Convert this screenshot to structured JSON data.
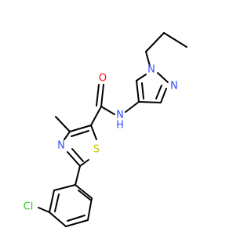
{
  "molecule": {
    "atoms": {
      "O": {
        "text": "O",
        "color": "#FF0D0D"
      },
      "NH": {
        "text": "N",
        "color": "#3050F8"
      },
      "H": {
        "text": "H",
        "color": "#3050F8"
      },
      "S": {
        "text": "S",
        "color": "#C8C800"
      },
      "N_thiazole": {
        "text": "N",
        "color": "#3050F8"
      },
      "N_pyrazole1": {
        "text": "N",
        "color": "#3050F8"
      },
      "N_pyrazole2": {
        "text": "N",
        "color": "#3050F8"
      },
      "Cl": {
        "text": "Cl",
        "color": "#1FD01F"
      }
    }
  }
}
